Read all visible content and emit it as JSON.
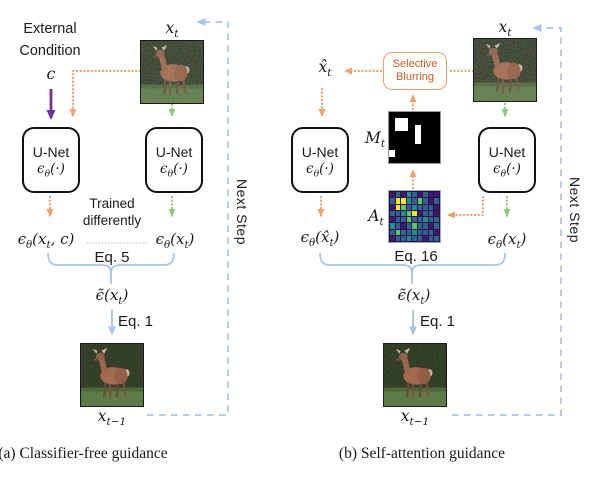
{
  "figure": {
    "panel_a": {
      "caption": "(a) Classifier-free guidance",
      "external_condition_line1": "External",
      "external_condition_line2": "Condition",
      "condition_symbol": "c",
      "xt_label": "x_[t]",
      "unet_left_title": "U-Net",
      "unet_left_fn": "ϵ_[θ](·)",
      "unet_right_title": "U-Net",
      "unet_right_fn": "ϵ_[θ](·)",
      "trained_line1": "Trained",
      "trained_line2": "differently",
      "out_conditional": "ϵ_[θ](x_[t], c)",
      "out_unconditional": "ϵ_[θ](x_[t])",
      "combine_eq": "Eq. 5",
      "eps_tilde": "ϵ̃(x_[t])",
      "step_eq": "Eq. 1",
      "xtm1_label": "x_[t−1]",
      "next_step": "Next Step"
    },
    "panel_b": {
      "caption": "(b) Self-attention guidance",
      "xhat_label": "x̂_[t]",
      "blur_box_line1": "Selective",
      "blur_box_line2": "Blurring",
      "xt_label": "x_[t]",
      "mask_label": "M_[t]",
      "attn_label": "A_[t]",
      "unet_left_title": "U-Net",
      "unet_left_fn": "ϵ_[θ](·)",
      "unet_right_title": "U-Net",
      "unet_right_fn": "ϵ_[θ](·)",
      "out_blurred": "ϵ_[θ](x̂_[t])",
      "out_original": "ϵ_[θ](x_[t])",
      "combine_eq": "Eq. 16",
      "eps_tilde": "ϵ̃(x_[t])",
      "step_eq": "Eq. 1",
      "xtm1_label": "x_[t−1]",
      "next_step": "Next Step"
    },
    "mask_grid": {
      "rows": [
        "00000000",
        "01100000",
        "01101000",
        "00001000",
        "00001000",
        "00000000",
        "10000000",
        "00000000"
      ],
      "on_color": "#ffffff",
      "off_color": "#000000"
    },
    "attn_grid": {
      "palette": {
        "P": "#3b1a69",
        "B": "#33628a",
        "T": "#21918c",
        "G": "#5ec962",
        "Y": "#fde725"
      },
      "rows": [
        "PBPTBPBPP",
        "BYYTBGBPB",
        "PYGBTBBBP",
        "BBTGYPBBP",
        "PBBGBBTBB",
        "TBPBGBBPB",
        "BGBBTBBBP",
        "PBBTBBPBB"
      ]
    },
    "accent_colors": {
      "condition_arrow_purple": "#7030A0",
      "blur_path_orange": "#F0A26E",
      "blur_text_orange": "#C05F2B",
      "original_path_green": "#8FC97E",
      "next_step_blue": "#A9C4EA"
    }
  }
}
